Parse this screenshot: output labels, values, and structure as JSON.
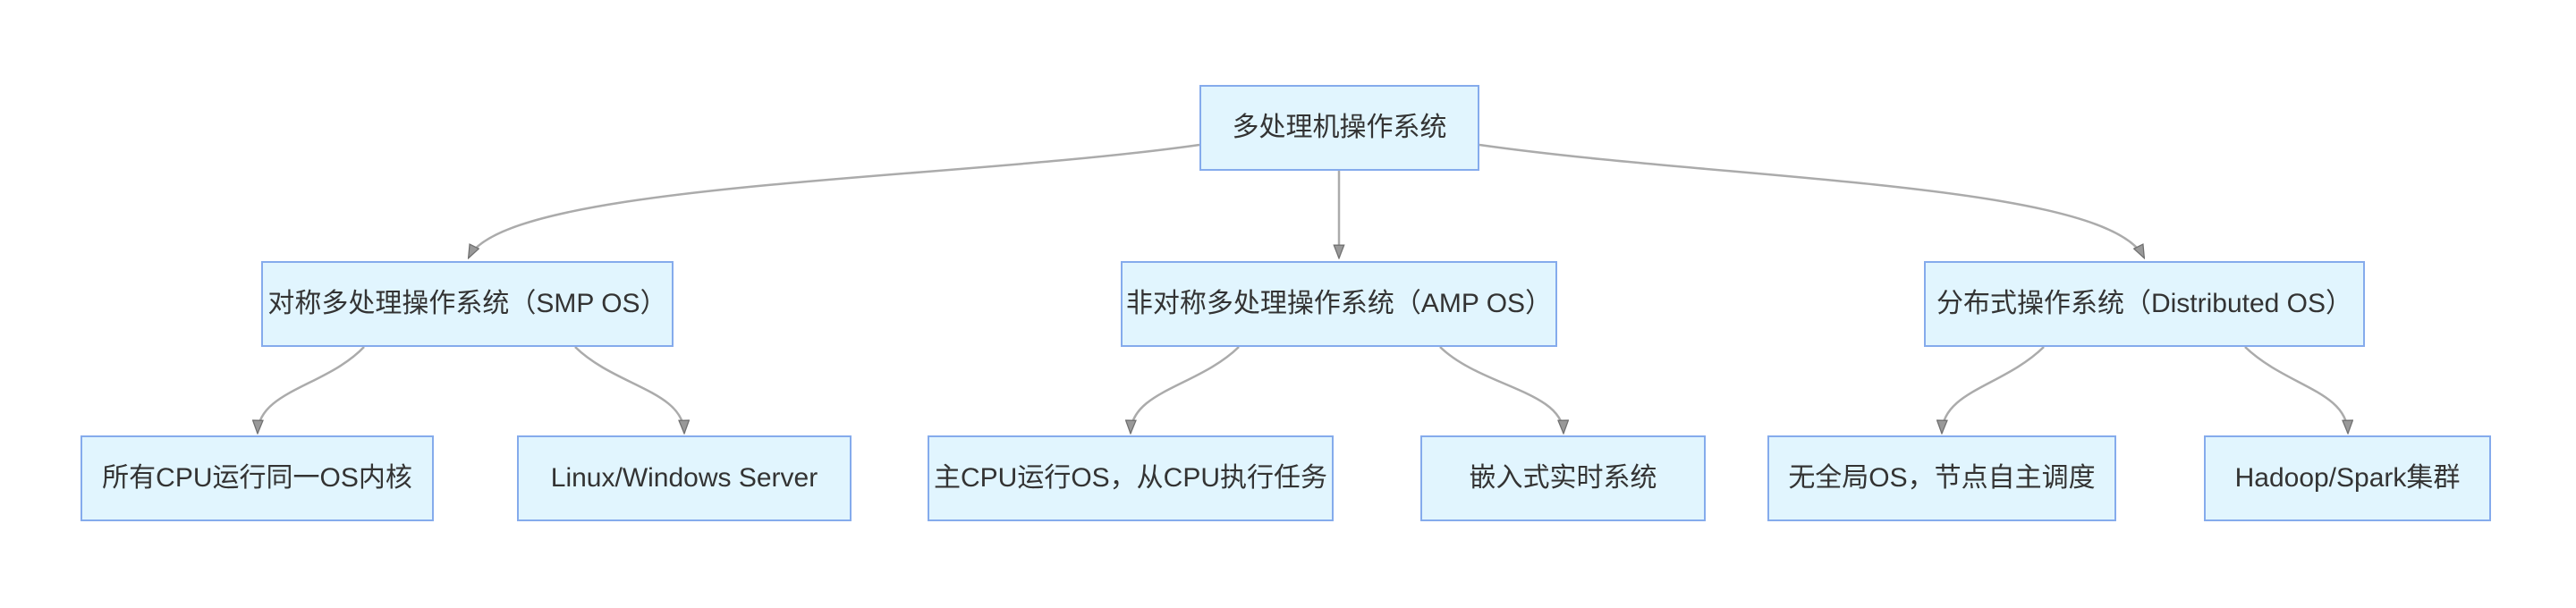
{
  "diagram": {
    "type": "flowchart",
    "direction": "top-down",
    "nodes": {
      "root": {
        "label": "多处理机操作系统"
      },
      "smp": {
        "label": "对称多处理操作系统（SMP OS）"
      },
      "amp": {
        "label": "非对称多处理操作系统（AMP OS）"
      },
      "dist": {
        "label": "分布式操作系统（Distributed OS）"
      },
      "smp_child1": {
        "label": "所有CPU运行同一OS内核"
      },
      "smp_child2": {
        "label": "Linux/Windows Server"
      },
      "amp_child1": {
        "label": "主CPU运行OS，从CPU执行任务"
      },
      "amp_child2": {
        "label": "嵌入式实时系统"
      },
      "dist_child1": {
        "label": "无全局OS，节点自主调度"
      },
      "dist_child2": {
        "label": "Hadoop/Spark集群"
      }
    },
    "edges": [
      {
        "from": "root",
        "to": "smp"
      },
      {
        "from": "root",
        "to": "amp"
      },
      {
        "from": "root",
        "to": "dist"
      },
      {
        "from": "smp",
        "to": "smp_child1"
      },
      {
        "from": "smp",
        "to": "smp_child2"
      },
      {
        "from": "amp",
        "to": "amp_child1"
      },
      {
        "from": "amp",
        "to": "amp_child2"
      },
      {
        "from": "dist",
        "to": "dist_child1"
      },
      {
        "from": "dist",
        "to": "dist_child2"
      }
    ],
    "colors": {
      "background": "#ffffff",
      "node_fill": "#e1f5fe",
      "node_border": "#85abec",
      "edge_line": "#ababab",
      "arrow_fill": "#999999",
      "arrow_outline": "#707070",
      "text": "#333333"
    }
  }
}
